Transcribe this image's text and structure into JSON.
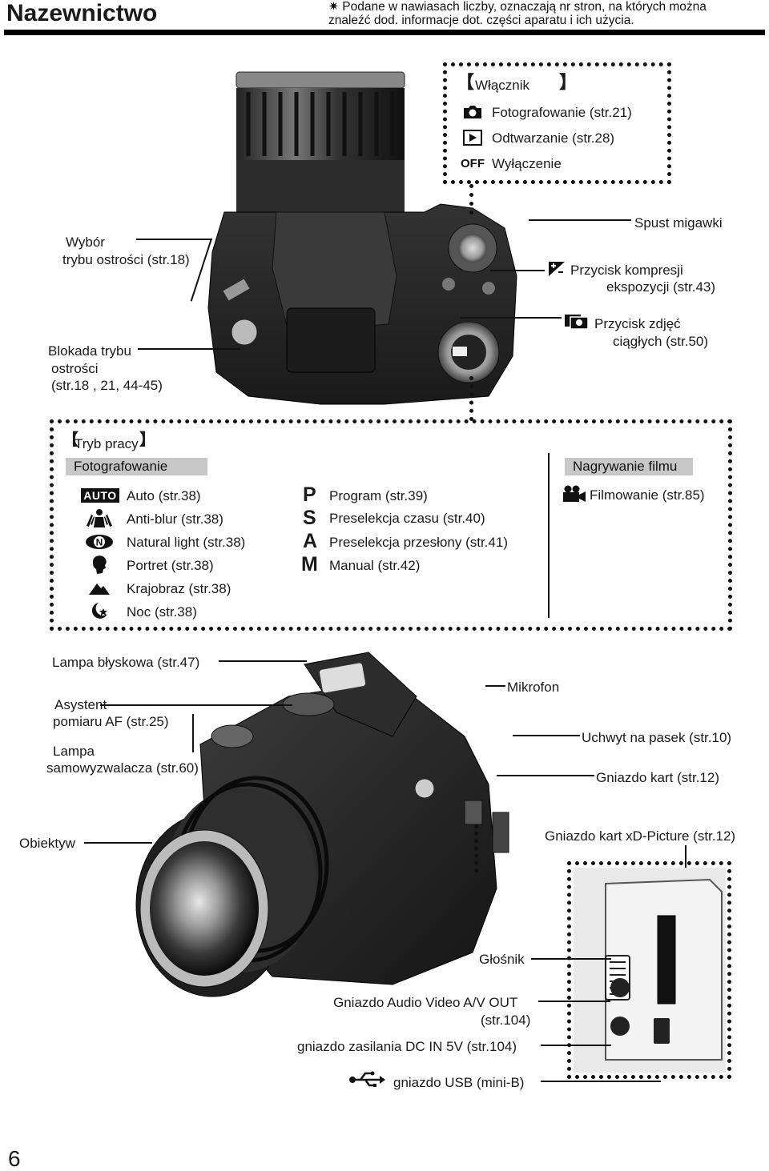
{
  "header": {
    "title": "Nazewnictwo",
    "note_line1": "✷ Podane w nawiasach liczby, oznaczają nr stron, na których  można",
    "note_line2": "znaleźć dod. informacje dot. części aparatu i ich użycia."
  },
  "power_switch": {
    "title": "Włącznik",
    "items": [
      {
        "icon": "camera-icon",
        "label": "Fotografowanie (str.21)"
      },
      {
        "icon": "playback-icon",
        "label": "Odtwarzanie (str.28)"
      },
      {
        "icon": "off-icon",
        "icon_text": "OFF",
        "label": "Wyłączenie"
      }
    ]
  },
  "top_labels": {
    "focus_mode_1": "Wybór",
    "focus_mode_2": "trybu ostrości (str.18)",
    "focus_lock_1": "Blokada trybu",
    "focus_lock_2": "ostrości",
    "focus_lock_3": "(str.18 , 21, 44-45)",
    "shutter": "Spust migawki",
    "exposure_1": "Przycisk kompresji",
    "exposure_2": "ekspozycji (str.43)",
    "continuous_1": "Przycisk zdjęć",
    "continuous_2": "ciągłych (str.50)"
  },
  "modes": {
    "title": "Tryb pracy",
    "photo_header": "Fotografowanie",
    "movie_header": "Nagrywanie filmu",
    "col1": [
      {
        "icon": "auto-icon",
        "icon_text": "AUTO",
        "label": "Auto (str.38)"
      },
      {
        "icon": "anti-blur-icon",
        "label": "Anti-blur (str.38)"
      },
      {
        "icon": "natural-light-icon",
        "icon_text": "N",
        "label": "Natural light (str.38)"
      },
      {
        "icon": "portrait-icon",
        "label": "Portret (str.38)"
      },
      {
        "icon": "landscape-icon",
        "label": "Krajobraz (str.38)"
      },
      {
        "icon": "night-icon",
        "label": "Noc (str.38)"
      }
    ],
    "col2": [
      {
        "letter": "P",
        "label": "Program (str.39)"
      },
      {
        "letter": "S",
        "label": "Preselekcja czasu (str.40)"
      },
      {
        "letter": "A",
        "label": "Preselekcja przesłony (str.41)"
      },
      {
        "letter": "M",
        "label": "Manual (str.42)"
      }
    ],
    "movie": {
      "icon": "movie-camera-icon",
      "label": "Filmowanie (str.85)"
    }
  },
  "bottom_labels": {
    "flash": "Lampa błyskowa (str.47)",
    "af_assist_1": "Asystent",
    "af_assist_2": "pomiaru AF (str.25)",
    "self_timer_1": "Lampa",
    "self_timer_2": "samowyzwalacza (str.60)",
    "lens": "Obiektyw",
    "microphone": "Mikrofon",
    "strap": "Uchwyt na pasek (str.10)",
    "card_slot": "Gniazdo kart (str.12)",
    "xd_slot": "Gniazdo kart xD-Picture (str.12)",
    "speaker": "Głośnik",
    "av_out_1": "Gniazdo Audio Video A/V OUT",
    "av_out_2": "(str.104)",
    "dc_in": "gniazdo zasilania DC IN 5V (str.104)",
    "usb": "gniazdo USB (mini-B)"
  },
  "page_number": "6"
}
